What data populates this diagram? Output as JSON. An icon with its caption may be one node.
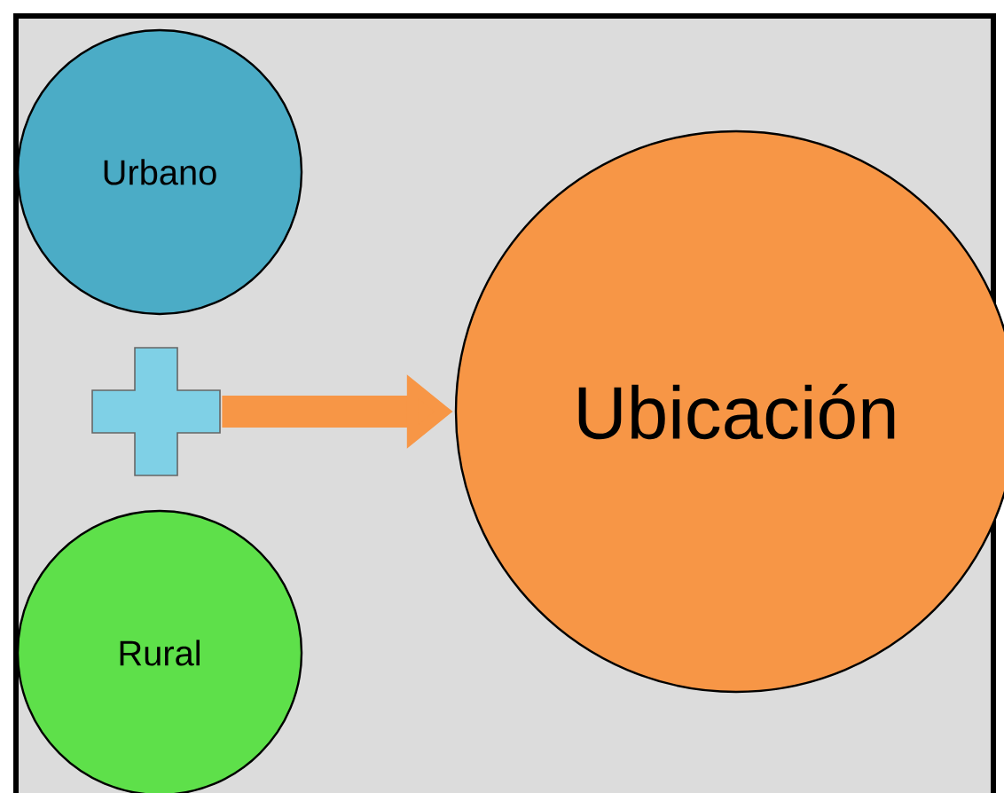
{
  "diagram": {
    "nodes": [
      {
        "text": [
          "Urbano"
        ]
      },
      {
        "text": [],
        "shape": "cross"
      },
      {
        "text": [
          "Rural"
        ]
      },
      {
        "text": [
          "Ubicación"
        ]
      }
    ],
    "edges": [
      {
        "from": 1,
        "to": 3,
        "arrow": "to"
      }
    ]
  }
}
